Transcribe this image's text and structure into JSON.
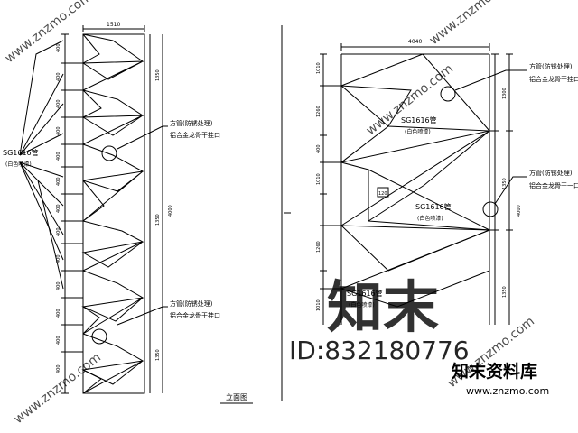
{
  "left_panel": {
    "top_dimension": "1510",
    "member_label": "SG1616管",
    "member_note": "(白色喷漆)",
    "annotation_top_line1": "方管(防锈处理)",
    "annotation_top_line2": "铝合金龙骨干挂口",
    "annotation_bottom_line1": "方管(防锈处理)",
    "annotation_bottom_line2": "铝合金龙骨干挂口",
    "bottom_caption": "立面图"
  },
  "right_panel": {
    "top_dimension": "4040",
    "member_label": "SG1616管",
    "member_note": "(白色喷漆)",
    "member_label_2": "SG1616管",
    "member_note_2": "(白色喷漆)",
    "member_label_3": "SG1616管",
    "member_note_3": "(白色喷漆)",
    "annotation_top_line1": "方管(防锈处理)",
    "annotation_top_line2": "铝合金龙骨干挂口",
    "annotation_mid_line1": "方管(防锈处理)",
    "annotation_mid_line2": "铝合金龙骨干一口",
    "tag": "120"
  },
  "watermark": {
    "logo_text": "知末",
    "id_text": "ID:832180776",
    "brand_cn": "知末资料库",
    "url": "www.znzmo.com",
    "diagonal": "www.znzmo.com"
  }
}
